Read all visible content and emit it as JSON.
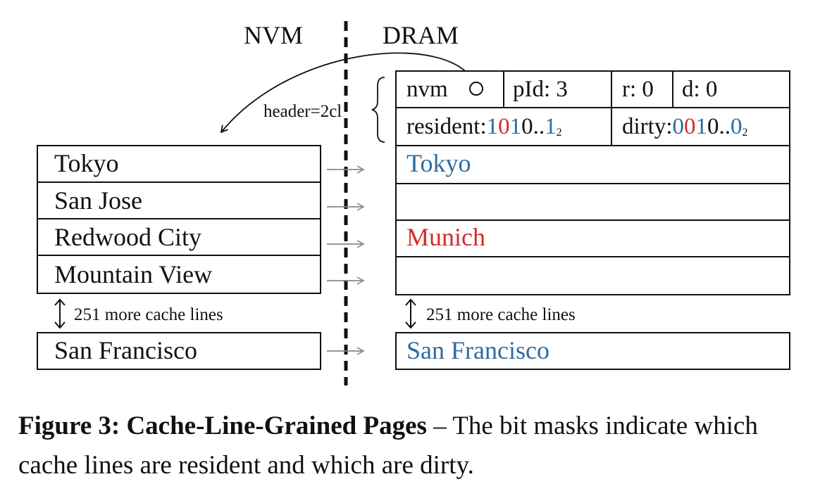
{
  "labels": {
    "nvm": "NVM",
    "dram": "DRAM",
    "header_size": "header=2cl"
  },
  "nvm_lines": [
    "Tokyo",
    "San Jose",
    "Redwood City",
    "Mountain View"
  ],
  "nvm_last": "San Francisco",
  "more_lines": "251 more cache lines",
  "header": {
    "nvm_field": "nvm",
    "pid": "pId: 3",
    "r": "r: 0",
    "d": "d: 0",
    "resident_label": "resident:",
    "resident_bits": [
      "1",
      "0",
      "1",
      "0",
      "..",
      "1"
    ],
    "resident_base": "2",
    "dirty_label": "dirty:",
    "dirty_bits": [
      "0",
      "0",
      "1",
      "0",
      "..",
      "0"
    ],
    "dirty_base": "2"
  },
  "dram_lines": [
    "Tokyo",
    "",
    "Munich",
    ""
  ],
  "dram_last": "San Francisco",
  "colors": {
    "resident": "#2e6aa3",
    "dirty": "#d42a2a",
    "arrow": "#8a8a8a"
  },
  "caption": {
    "title": "Figure 3: Cache-Line-Grained Pages",
    "dash": " – ",
    "text": "The bit masks indicate which cache lines are resident and which are dirty."
  }
}
